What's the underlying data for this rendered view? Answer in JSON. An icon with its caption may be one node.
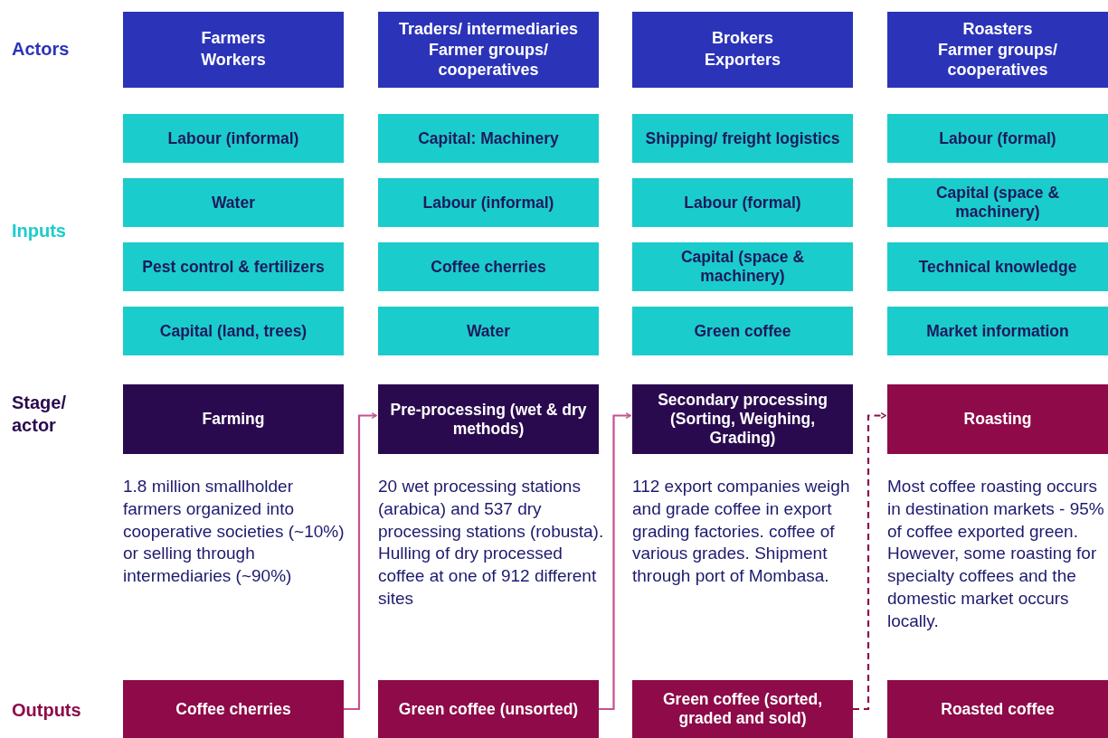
{
  "diagram": {
    "nodes": [
      {
        "text": [
          "Farmers",
          "Workers"
        ]
      },
      {
        "text": [
          "Traders/ intermediaries",
          "Farmer groups/ cooperatives"
        ]
      },
      {
        "text": [
          "Brokers",
          "Exporters"
        ]
      },
      {
        "text": [
          "Roasters",
          "Farmer groups/ cooperatives"
        ]
      },
      {
        "text": [
          "Labour (informal)"
        ]
      },
      {
        "text": [
          "Capital: Machinery"
        ]
      },
      {
        "text": [
          "Shipping/ freight logistics"
        ]
      },
      {
        "text": [
          "Labour (formal)"
        ]
      },
      {
        "text": [
          "Water"
        ]
      },
      {
        "text": [
          "Labour (informal)"
        ]
      },
      {
        "text": [
          "Labour (formal)"
        ]
      },
      {
        "text": [
          "Capital (space & machinery)"
        ]
      },
      {
        "text": [
          "Pest control & fertilizers"
        ]
      },
      {
        "text": [
          "Coffee cherries"
        ]
      },
      {
        "text": [
          "Capital (space & machinery)"
        ]
      },
      {
        "text": [
          "Technical knowledge"
        ]
      },
      {
        "text": [
          "Capital (land, trees)"
        ]
      },
      {
        "text": [
          "Water"
        ]
      },
      {
        "text": [
          "Green coffee"
        ]
      },
      {
        "text": [
          "Market information"
        ]
      },
      {
        "text": [
          "Farming"
        ],
        "beside": [
          "1.8 million smallholder farmers organized into cooperative societies (~10%) or selling through intermediaries (~90%)"
        ]
      },
      {
        "text": [
          "Pre-processing (wet & dry methods)"
        ],
        "beside": [
          "20 wet processing stations (arabica) and 537 dry processing stations (robusta). Hulling of dry processed coffee at one of 912 different sites"
        ]
      },
      {
        "text": [
          "Secondary processing (Sorting, Weighing, Grading)"
        ],
        "beside": [
          "112 export companies weigh and grade coffee in export grading factories. coffee of various grades. Shipment through port of Mombasa."
        ]
      },
      {
        "text": [
          "Roasting"
        ],
        "beside": [
          "Most coffee roasting occurs in destination markets  - 95% of coffee exported green. However, some roasting for specialty coffees and the domestic market occurs locally."
        ]
      },
      {
        "text": [
          "Coffee cherries"
        ]
      },
      {
        "text": [
          "Green coffee (unsorted)"
        ]
      },
      {
        "text": [
          "Green coffee (sorted, graded and sold)"
        ]
      },
      {
        "text": [
          "Roasted coffee"
        ]
      }
    ],
    "edges": [
      {
        "from": 24,
        "to": 21,
        "arrow": "to"
      },
      {
        "from": 25,
        "to": 22,
        "arrow": "to"
      },
      {
        "from": 26,
        "to": 23,
        "arrow": "to",
        "style": "dashed",
        "color": "#8e0a4c"
      }
    ],
    "labels": [
      "Actors",
      "Inputs",
      "Stage/ actor",
      "Outputs"
    ]
  }
}
